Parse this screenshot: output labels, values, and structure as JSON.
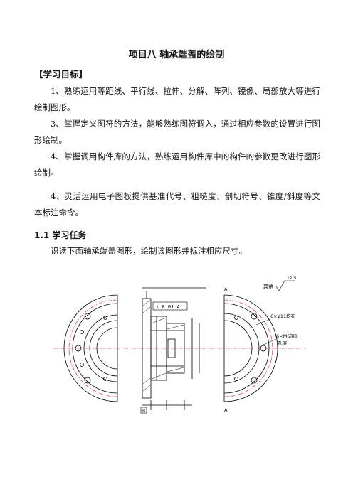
{
  "title": "项目八  轴承端盖的绘制",
  "section_heading": "【学习目标】",
  "goals": [
    "1、熟练运用等距线、平行线、拉伸、分解、阵列、镜像、局部放大等进行绘制图形。",
    "3、掌握定义图符的方法，能够熟练图符调入，通过相应参数的设置进行图形绘制。",
    "4、掌握调用构件库的方法，熟练运用构件库中的构件的参数更改进行图形绘制。",
    "4、灵活运用电子图板提供基准代号、粗糙度、剖切符号、锥度/斜度等文本标注命令。"
  ],
  "task_heading": "1.1 学习任务",
  "task_text": "识读下面轴承端盖图形，绘制该图形并标注相应尺寸。",
  "drawing": {
    "roughness_label": "其余",
    "roughness_value": "12.5",
    "tol_frame": "⊥ 0.01 A",
    "datum_a": "A",
    "datum_b": "B",
    "note_1": "6×φ11均布",
    "note_2": "6×M6深8",
    "note_2b": "孔深",
    "view_a": "A",
    "view_b": "A"
  },
  "colors": {
    "line": "#000000",
    "center": "#e0001b",
    "hatch": "#000000"
  }
}
